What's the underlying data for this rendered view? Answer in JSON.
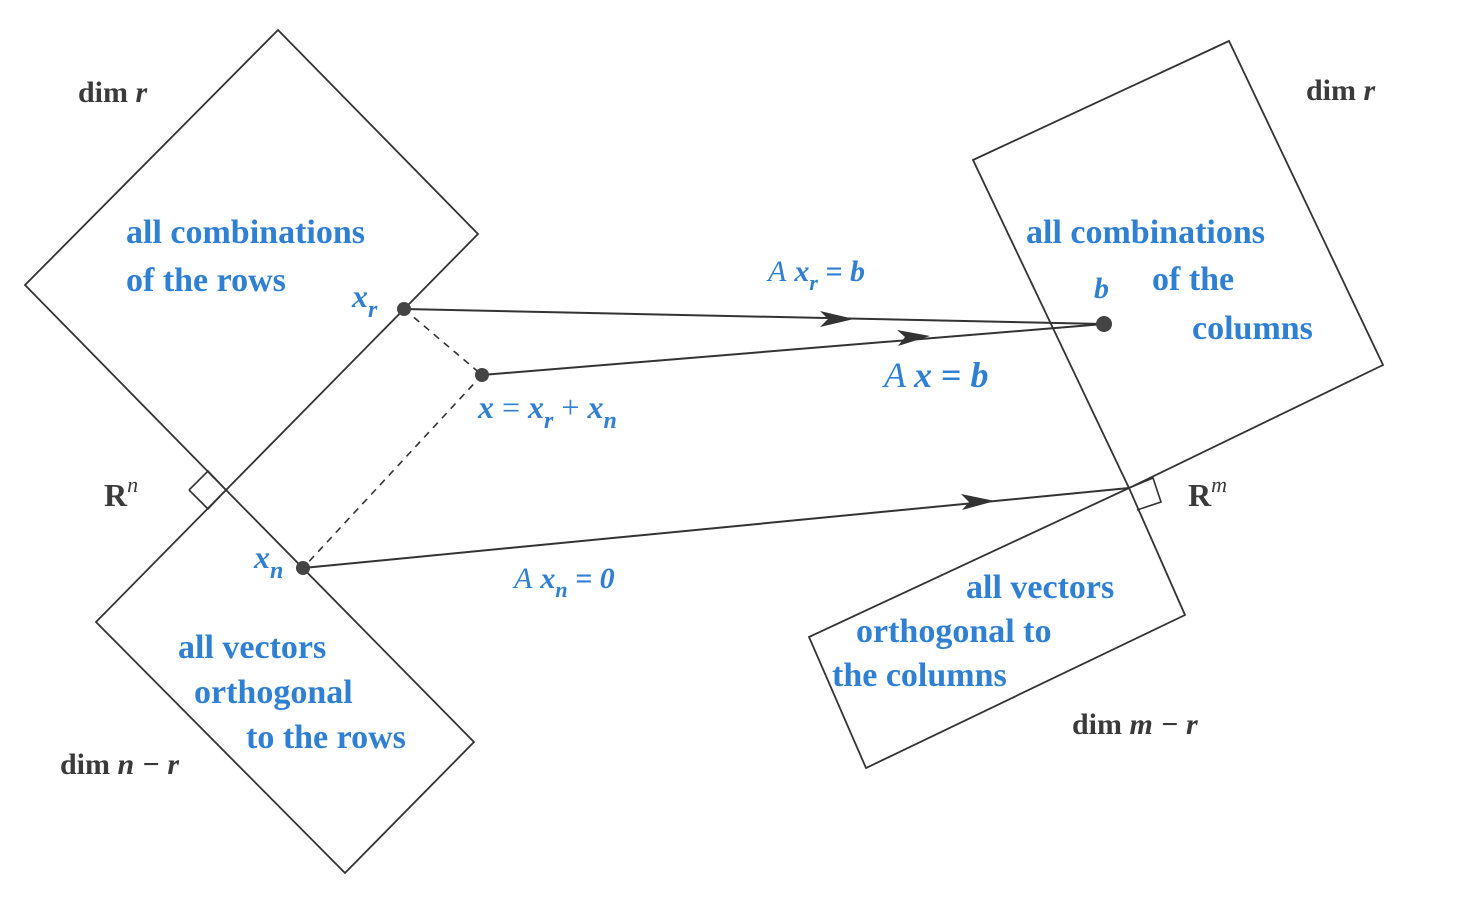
{
  "colors": {
    "line": "#333333",
    "text_blue": "#2f7fd3",
    "text_dark": "#3a3a3a"
  },
  "left": {
    "row_space": {
      "dim_word": "dim",
      "dim_var": "r",
      "line1": "all combinations",
      "line2": "of the rows"
    },
    "null_space": {
      "line1": "all vectors",
      "line2": "orthogonal",
      "line3": "to the rows",
      "dim_word": "dim",
      "dim_expr": "n − r"
    },
    "space_R": "R",
    "space_sup": "n",
    "points": {
      "xr_base": "x",
      "xr_sub": "r",
      "xn_base": "x",
      "xn_sub": "n"
    },
    "x_sum": {
      "x": "x",
      "eq": " = ",
      "xr": "x",
      "xr_sub": "r",
      "plus": " + ",
      "xn": "x",
      "xn_sub": "n"
    }
  },
  "right": {
    "column_space": {
      "dim_word": "dim",
      "dim_var": "r",
      "line1": "all combinations",
      "line2": "of the",
      "line3": "columns"
    },
    "left_null_space": {
      "line1": "all vectors",
      "line2": "orthogonal to",
      "line3": "the columns",
      "dim_word": "dim",
      "dim_expr": "m − r"
    },
    "space_R": "R",
    "space_sup": "m",
    "point_b": "b"
  },
  "mappings": {
    "axr": {
      "A": "A",
      "x": "x",
      "sub": "r",
      "rhs": " = b"
    },
    "ax": {
      "A": "A",
      "x": "x",
      "eq": " = ",
      "b": "b"
    },
    "axn": {
      "A": "A",
      "x": "x",
      "sub": "n",
      "rhs": " = 0"
    }
  }
}
